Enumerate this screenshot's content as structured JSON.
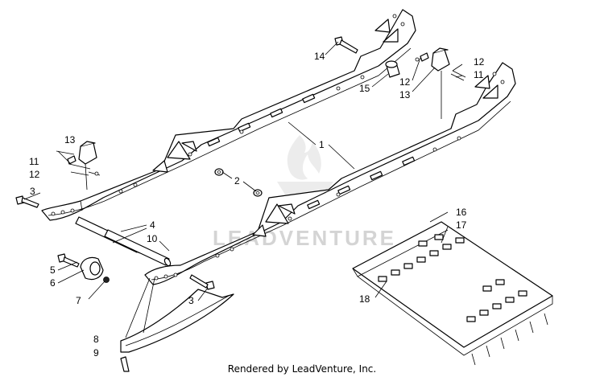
{
  "diagram": {
    "callouts": [
      {
        "id": "c1",
        "label": "1"
      },
      {
        "id": "c2",
        "label": "2"
      },
      {
        "id": "c3a",
        "label": "3"
      },
      {
        "id": "c3b",
        "label": "3"
      },
      {
        "id": "c4",
        "label": "4"
      },
      {
        "id": "c5",
        "label": "5"
      },
      {
        "id": "c6",
        "label": "6"
      },
      {
        "id": "c7",
        "label": "7"
      },
      {
        "id": "c8",
        "label": "8"
      },
      {
        "id": "c9",
        "label": "9"
      },
      {
        "id": "c10",
        "label": "10"
      },
      {
        "id": "c11a",
        "label": "11"
      },
      {
        "id": "c11b",
        "label": "11"
      },
      {
        "id": "c12a",
        "label": "12"
      },
      {
        "id": "c12b",
        "label": "12"
      },
      {
        "id": "c12c",
        "label": "12"
      },
      {
        "id": "c13a",
        "label": "13"
      },
      {
        "id": "c13b",
        "label": "13"
      },
      {
        "id": "c14",
        "label": "14"
      },
      {
        "id": "c15",
        "label": "15"
      },
      {
        "id": "c16",
        "label": "16"
      },
      {
        "id": "c17",
        "label": "17"
      },
      {
        "id": "c18",
        "label": "18"
      }
    ]
  },
  "watermark": "LEADVENTURE",
  "footer": "Rendered by LeadVenture, Inc."
}
